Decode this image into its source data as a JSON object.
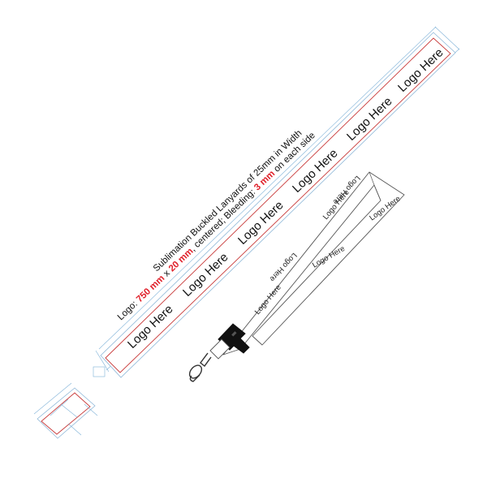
{
  "spec": {
    "title": "Sublimation Buckled Lanyards of 25mm in Width",
    "line2": {
      "prefix": "Logo: ",
      "length": "750 mm",
      "mid1": " x ",
      "width": "20 mm",
      "mid2": ", centered; Bleeding: ",
      "bleed": "3 mm",
      "suffix": " on each side"
    }
  },
  "logo_text": "Logo Here",
  "colors": {
    "highlight": "#e0202a",
    "dimension": "#7fb2d8",
    "border": "#c83a3a",
    "strap_outline": "#555555",
    "buckle": "#111111"
  }
}
